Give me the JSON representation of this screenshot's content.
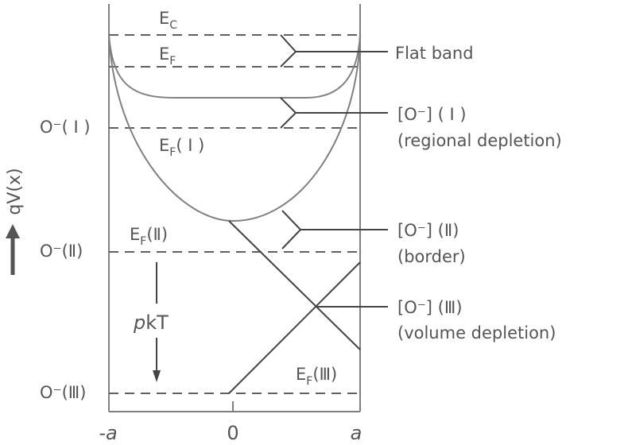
{
  "colors": {
    "ink": "#555555",
    "curve": "#808080",
    "dash": "#606060"
  },
  "band_labels": {
    "ec_main": "E",
    "ec_sub": "C",
    "ef_main": "E",
    "ef_sub": "F",
    "ef1_main": "E",
    "ef1_sub": "F",
    "ef1_tail": "( I )",
    "ef2_main": "E",
    "ef2_sub": "F",
    "ef2_tail": "(Ⅱ)",
    "ef3_main": "E",
    "ef3_sub": "F",
    "ef3_tail": "(Ⅲ)"
  },
  "left_labels": {
    "o1": "O⁻( I )",
    "o2": "O⁻(Ⅱ)",
    "o3": "O⁻(Ⅲ)"
  },
  "callouts": {
    "flat_band": "Flat band",
    "regional_top": "[O⁻] ( I )",
    "regional_bottom": "(regional depletion)",
    "border_top": "[O⁻] (Ⅱ)",
    "border_bottom": "(border)",
    "volume_top": "[O⁻] (Ⅲ)",
    "volume_bottom": "(volume depletion)"
  },
  "axis": {
    "y_label": "qV(x)",
    "x_ticks": [
      "-a",
      "0",
      "a"
    ]
  },
  "annotation": {
    "pkt_p": "p",
    "pkt_rest": "kT"
  }
}
